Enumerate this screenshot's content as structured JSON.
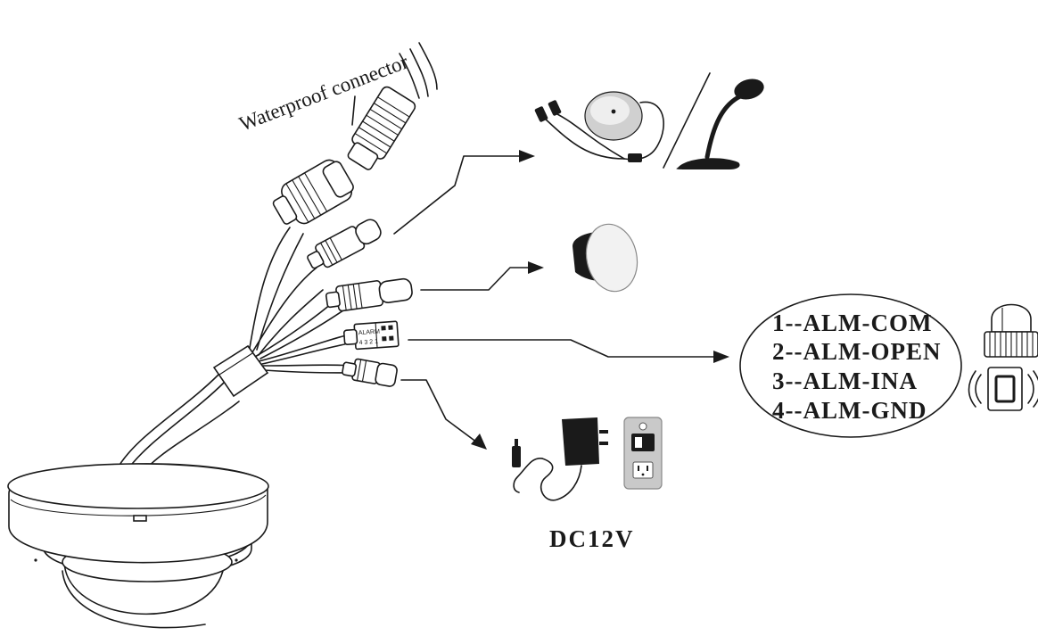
{
  "diagram": {
    "waterproof_label": "Waterproof connector",
    "alarm_pins": [
      "1--ALM-COM",
      "2--ALM-OPEN",
      "3--ALM-INA",
      "4--ALM-GND"
    ],
    "power_label": "DC12V",
    "terminal_block_text": "ALARM",
    "terminal_block_numbers": "4 3 2 1",
    "icons": [
      "dome-camera-icon",
      "waterproof-connector-icon",
      "rj45-network-connector-icon",
      "audio-in-connector-icon",
      "audio-out-connector-icon",
      "alarm-terminal-block-icon",
      "dc-power-jack-icon",
      "microphone-pickup-icon",
      "desk-microphone-icon",
      "speaker-icon",
      "alarm-siren-icon",
      "door-sensor-icon",
      "power-adapter-icon",
      "wall-outlet-icon"
    ]
  }
}
